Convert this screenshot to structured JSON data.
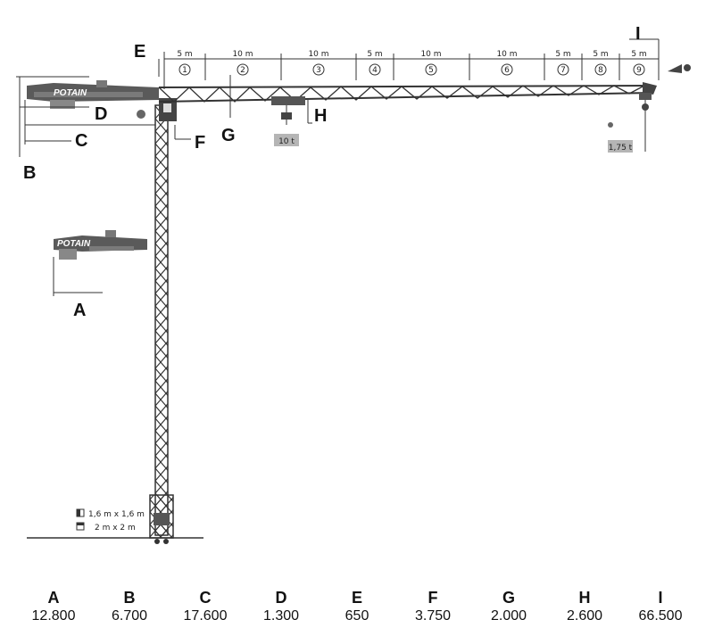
{
  "segments": [
    {
      "length": "5 m",
      "num": "1"
    },
    {
      "length": "10 m",
      "num": "2"
    },
    {
      "length": "10 m",
      "num": "3"
    },
    {
      "length": "5 m",
      "num": "4"
    },
    {
      "length": "10 m",
      "num": "5"
    },
    {
      "length": "10 m",
      "num": "6"
    },
    {
      "length": "5 m",
      "num": "7"
    },
    {
      "length": "5 m",
      "num": "8"
    },
    {
      "length": "5 m",
      "num": "9"
    }
  ],
  "brand": "POTAIN",
  "loads": {
    "max": "10 t",
    "tip": "1,75 t"
  },
  "base_sizes": [
    "1,6 m x 1,6 m",
    "2 m x 2 m"
  ],
  "dimensions": [
    {
      "letter": "A",
      "value": "12.800"
    },
    {
      "letter": "B",
      "value": "6.700"
    },
    {
      "letter": "C",
      "value": "17.600"
    },
    {
      "letter": "D",
      "value": "1.300"
    },
    {
      "letter": "E",
      "value": "650"
    },
    {
      "letter": "F",
      "value": "3.750"
    },
    {
      "letter": "G",
      "value": "2.000"
    },
    {
      "letter": "H",
      "value": "2.600"
    },
    {
      "letter": "I",
      "value": "66.500"
    }
  ],
  "colors": {
    "steel": "#3a3a3a",
    "tag_bg": "#b5b5b5"
  }
}
